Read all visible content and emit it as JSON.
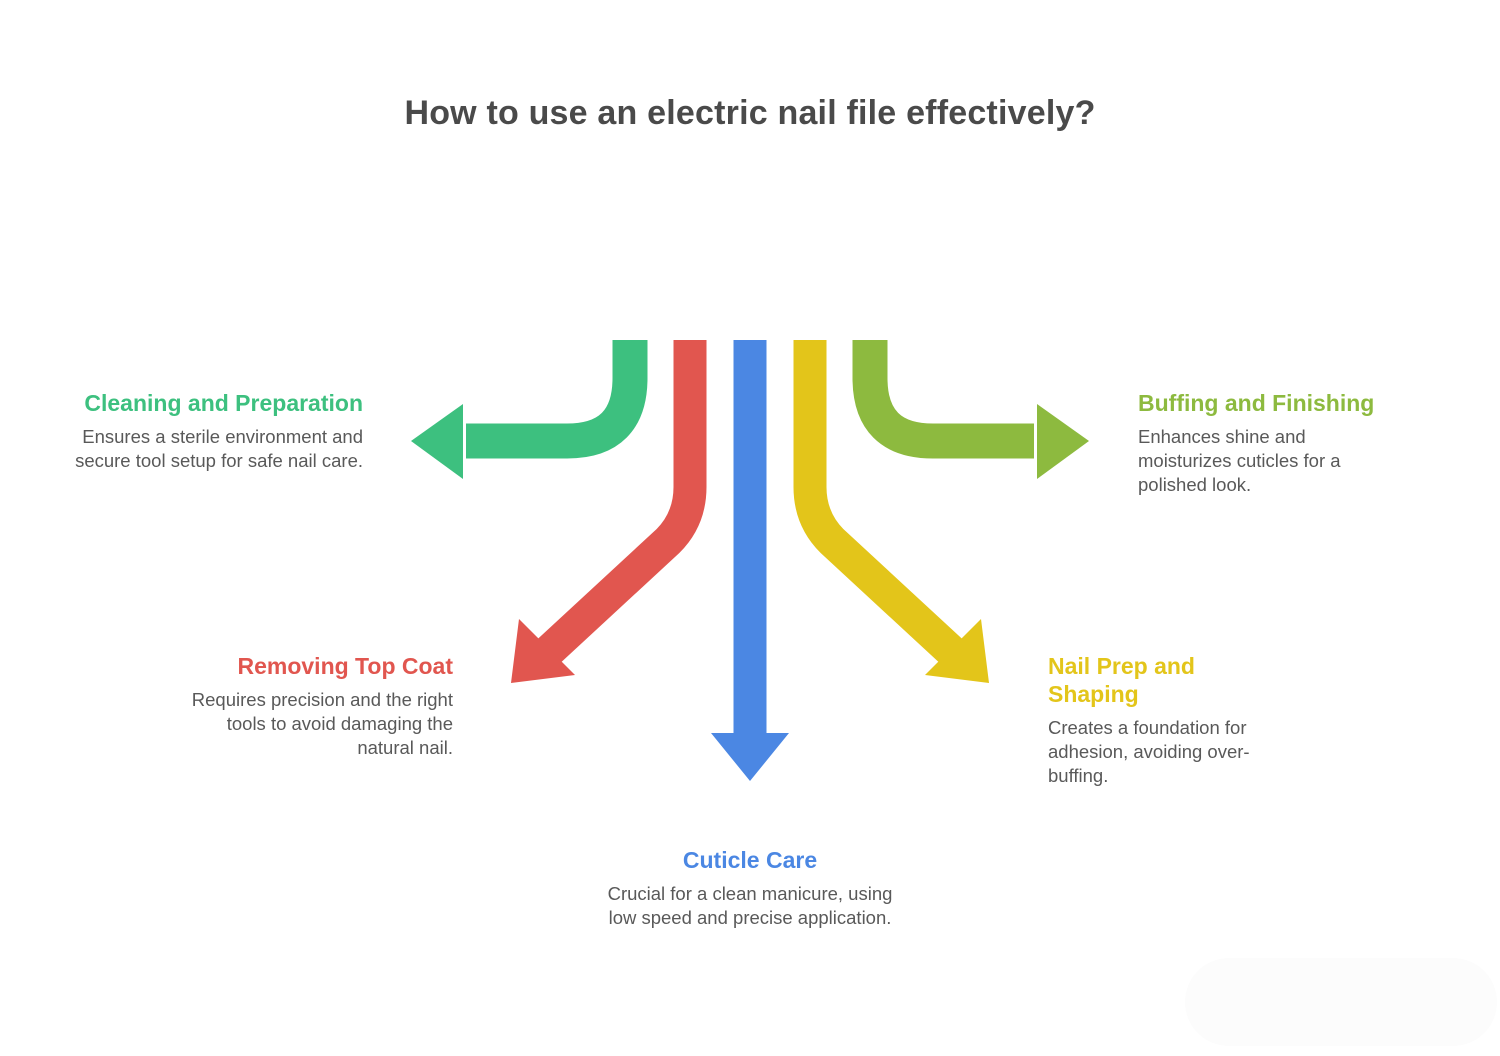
{
  "page": {
    "title": "How to use an electric nail file effectively?",
    "title_color": "#4A4A4A",
    "background": "#ffffff",
    "body_text_color": "#595959"
  },
  "diagram": {
    "type": "branching-arrows",
    "center_topic": "electric nail file usage steps",
    "branch_count": 5
  },
  "items": [
    {
      "id": "cleaning-and-preparation",
      "label": "Cleaning and Preparation",
      "description": "Ensures a sterile environment and secure tool setup for safe nail care.",
      "color": "#3DC07F",
      "arrow_direction": "left"
    },
    {
      "id": "removing-top-coat",
      "label": "Removing Top Coat",
      "description": "Requires precision and the right tools to avoid damaging the natural nail.",
      "color": "#E1564F",
      "arrow_direction": "down-left"
    },
    {
      "id": "cuticle-care",
      "label": "Cuticle Care",
      "description": "Crucial for a clean manicure, using low speed and precise application.",
      "color": "#4B87E3",
      "arrow_direction": "down"
    },
    {
      "id": "nail-prep-and-shaping",
      "label": "Nail Prep and Shaping",
      "description": "Creates a foundation for adhesion, avoiding over-buffing.",
      "color": "#E3C51A",
      "arrow_direction": "down-right"
    },
    {
      "id": "buffing-and-finishing",
      "label": "Buffing and Finishing",
      "description": "Enhances shine and moisturizes cuticles for a polished look.",
      "color": "#8DBA3F",
      "arrow_direction": "right"
    }
  ]
}
